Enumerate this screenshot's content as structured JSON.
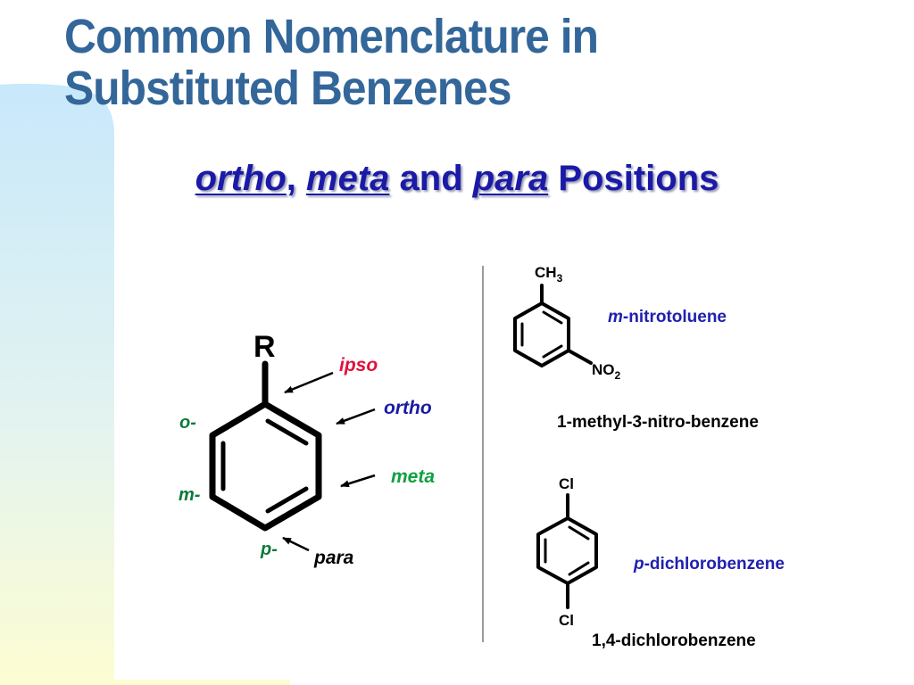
{
  "slide": {
    "title_line1": "Common Nomenclature in",
    "title_line2": "Substituted Benzenes",
    "subtitle": {
      "word1": "ortho",
      "sep1": ", ",
      "word2": "meta",
      "word3": " and ",
      "word4": "para",
      "word5": " Positions"
    }
  },
  "left_diagram": {
    "substituent": "R",
    "labels": {
      "ipso": "ipso",
      "ortho": "ortho",
      "meta": "meta",
      "para": "para",
      "o_abbrev": "o-",
      "m_abbrev": "m-",
      "p_abbrev": "p-"
    }
  },
  "example1": {
    "group_top": "CH",
    "group_top_sub": "3",
    "group_bottom": "NO",
    "group_bottom_sub": "2",
    "common_prefix": "m",
    "common_rest": "-nitrotoluene",
    "systematic_name": "1-methyl-3-nitro-benzene"
  },
  "example2": {
    "group_top": "Cl",
    "group_bottom": "Cl",
    "common_prefix": "p",
    "common_rest": "-dichlorobenzene",
    "systematic_name": "1,4-dichlorobenzene"
  },
  "colors": {
    "title": "#336699",
    "subtitle": "#1a1aa6",
    "ipso": "#e0103c",
    "ortho": "#1a1aa6",
    "meta_green": "#10a040",
    "abbrev_green": "#0a7a3a",
    "name_blue": "#2020b0",
    "structure": "#000000"
  }
}
